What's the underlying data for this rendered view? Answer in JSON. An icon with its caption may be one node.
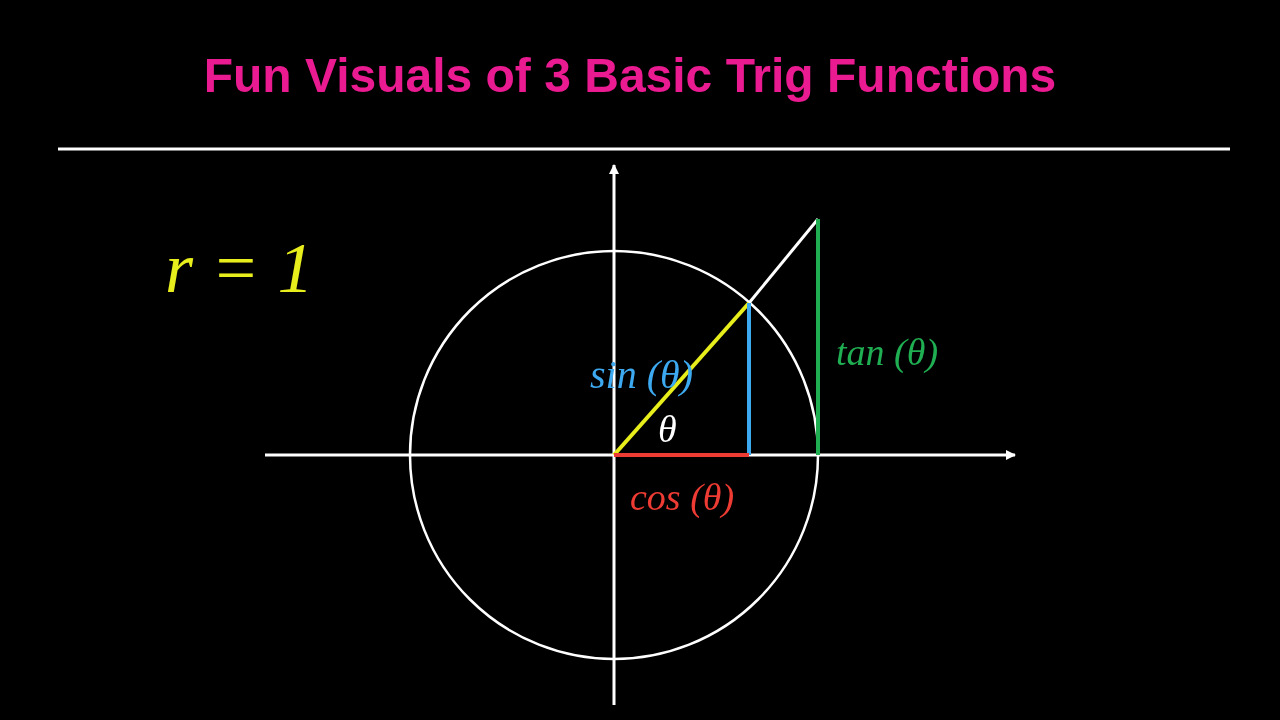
{
  "diagram": {
    "title": "Fun Visuals of 3 Basic Trig Functions",
    "labels": [
      "r = 1",
      "sin (θ)",
      "θ",
      "tan (θ)",
      "cos (θ)"
    ]
  }
}
